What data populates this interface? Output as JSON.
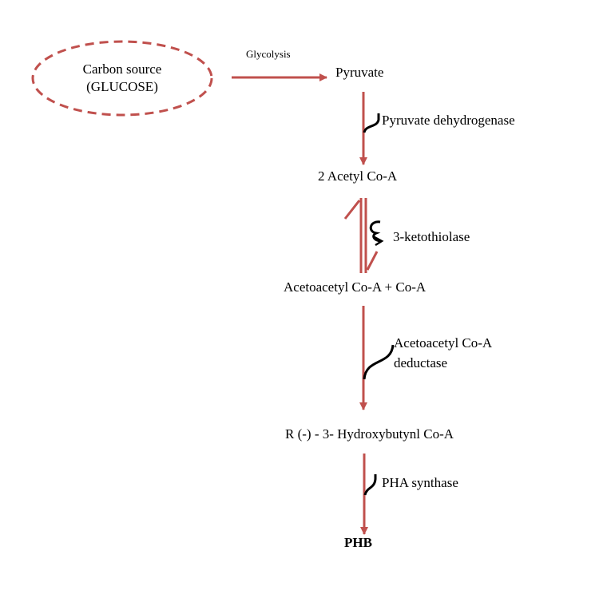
{
  "pathway": {
    "source": {
      "line1": "Carbon source",
      "line2": "(GLUCOSE)"
    },
    "glycolysis_label": "Glycolysis",
    "metabolites": {
      "pyruvate": "Pyruvate",
      "acetyl_coa": "2 Acetyl Co-A",
      "acetoacetyl_coa": "Acetoacetyl Co-A + Co-A",
      "hydroxybutyryl_coa": "R (-) - 3- Hydroxybutynl Co-A",
      "phb": "PHB"
    },
    "enzymes": {
      "pyruvate_dehydrogenase": "Pyruvate dehydrogenase",
      "ketothiolase": "3-ketothiolase",
      "reductase_line1": "Acetoacetyl Co-A",
      "reductase_line2": "deductase",
      "pha_synthase": "PHA synthase"
    }
  },
  "colors": {
    "arrow": "#c0504d",
    "enzyme_hook": "#000000",
    "text": "#000000"
  }
}
